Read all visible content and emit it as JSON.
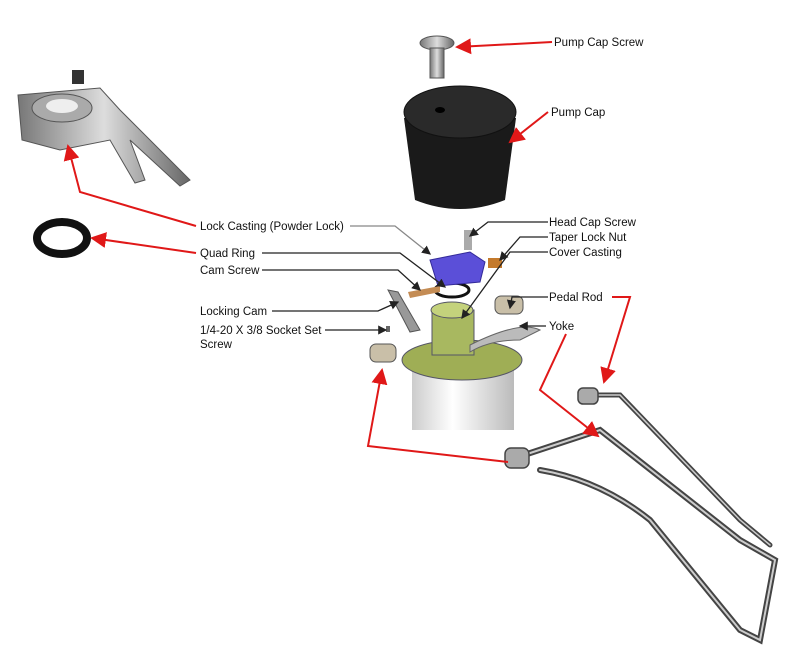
{
  "labels": {
    "pump_cap_screw": "Pump Cap Screw",
    "pump_cap": "Pump Cap",
    "lock_casting": "Lock Casting (Powder Lock)",
    "quad_ring": "Quad Ring",
    "cam_screw": "Cam Screw",
    "locking_cam": "Locking Cam",
    "set_screw_line1": "1/4-20 X 3/8 Socket Set",
    "set_screw_line2": "Screw",
    "head_cap_screw": "Head Cap Screw",
    "taper_lock_nut": "Taper Lock Nut",
    "cover_casting": "Cover Casting",
    "pedal_rod": "Pedal Rod",
    "yoke": "Yoke"
  },
  "colors": {
    "arrow": "#e01818",
    "leader": "#222222",
    "lock_casting": "#5b4fd8",
    "cover_casting": "#a8b860"
  }
}
